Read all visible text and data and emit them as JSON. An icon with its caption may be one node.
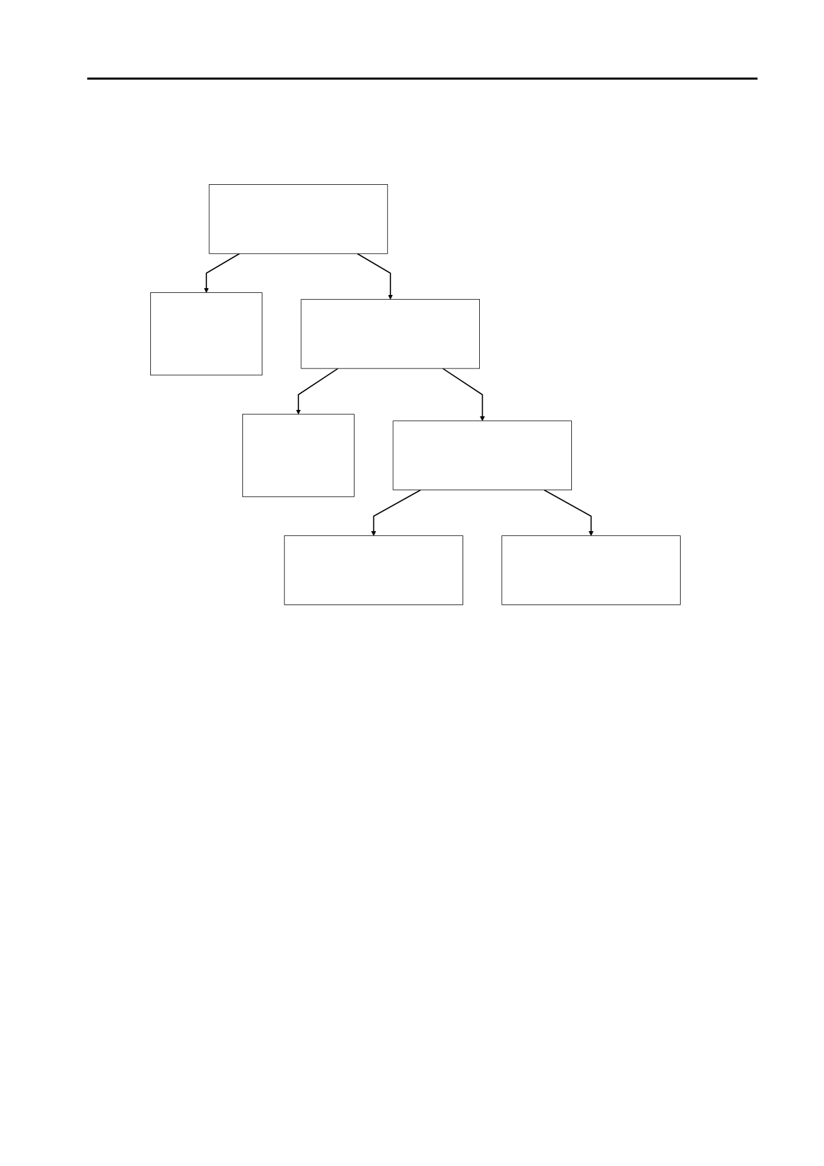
{
  "diagram": {
    "nodes": [
      {
        "text": [],
        "shape": "box"
      },
      {
        "text": [],
        "shape": "box"
      },
      {
        "text": [],
        "shape": "box"
      },
      {
        "text": [],
        "shape": "box"
      },
      {
        "text": [],
        "shape": "box"
      },
      {
        "text": [],
        "shape": "box"
      },
      {
        "text": [],
        "shape": "box"
      }
    ],
    "edges": [
      {
        "from": 0,
        "to": 1,
        "arrow": "to"
      },
      {
        "from": 0,
        "to": 3,
        "arrow": "to"
      },
      {
        "from": 3,
        "to": 2,
        "arrow": "to"
      },
      {
        "from": 3,
        "to": 4,
        "arrow": "to"
      },
      {
        "from": 4,
        "to": 5,
        "arrow": "to"
      },
      {
        "from": 4,
        "to": 6,
        "arrow": "to"
      }
    ]
  }
}
